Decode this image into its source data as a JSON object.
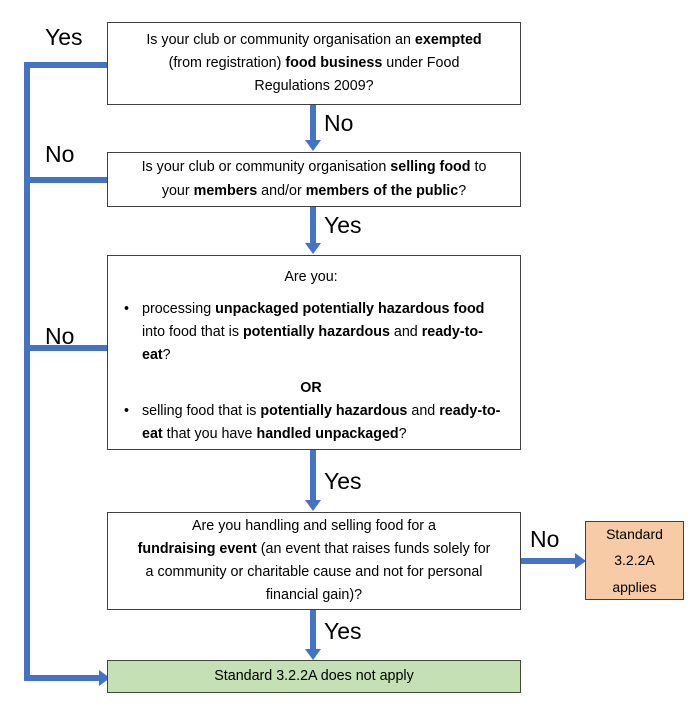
{
  "diagram": {
    "title": "Standard 3.2.2A applicability decision flowchart",
    "colors": {
      "connector": "#4472C4",
      "box_border": "#404040",
      "outcome_applies_fill": "#F6CBA5",
      "outcome_not_apply_fill": "#C5E0B4",
      "background": "#FFFFFF"
    }
  },
  "nodes": {
    "q1": {
      "id": "exempted-food-business",
      "line1_a": "Is your club or community organisation an ",
      "line1_b": "exempted",
      "line2_a": "(from registration) ",
      "line2_b": "food business",
      "line2_c": " under Food",
      "line3": "Regulations 2009?"
    },
    "q2": {
      "id": "selling-food",
      "line1_a": "Is your club or community organisation ",
      "line1_b": "selling food",
      "line1_c": " to",
      "line2_a": "your ",
      "line2_b": "members",
      "line2_c": " and/or ",
      "line2_d": "members of the public",
      "line2_e": "?"
    },
    "q3": {
      "id": "processing-or-selling-phf",
      "heading": "Are you:",
      "bullet1_a": "processing ",
      "bullet1_b": "unpackaged potentially hazardous food",
      "bullet1_c": " into food that is ",
      "bullet1_d": "potentially hazardous",
      "bullet1_e": " and ",
      "bullet1_f": "ready-to-eat",
      "bullet1_g": "?",
      "separator": "OR",
      "bullet2_a": "selling food that is ",
      "bullet2_b": "potentially hazardous",
      "bullet2_c": " and ",
      "bullet2_d": "ready-to-eat",
      "bullet2_e": " that you have ",
      "bullet2_f": "handled unpackaged",
      "bullet2_g": "?",
      "bullet_glyph": "•"
    },
    "q4": {
      "id": "fundraising-event",
      "line1": "Are you handling and selling food for a",
      "line2_b": "fundraising event",
      "line2_a": " (an event that raises funds solely for",
      "line3": "a community or charitable cause and not for personal",
      "line4": "financial gain)?"
    },
    "outcome_applies": {
      "id": "standard-applies",
      "line1": "Standard",
      "line2": "3.2.2A",
      "line3": "applies"
    },
    "outcome_not_apply": {
      "id": "standard-does-not-apply",
      "text": "Standard 3.2.2A does not apply"
    }
  },
  "edges": {
    "q1_yes": "Yes",
    "q1_no": "No",
    "q2_no": "No",
    "q2_yes": "Yes",
    "q3_no": "No",
    "q3_yes": "Yes",
    "q4_no": "No",
    "q4_yes": "Yes"
  }
}
